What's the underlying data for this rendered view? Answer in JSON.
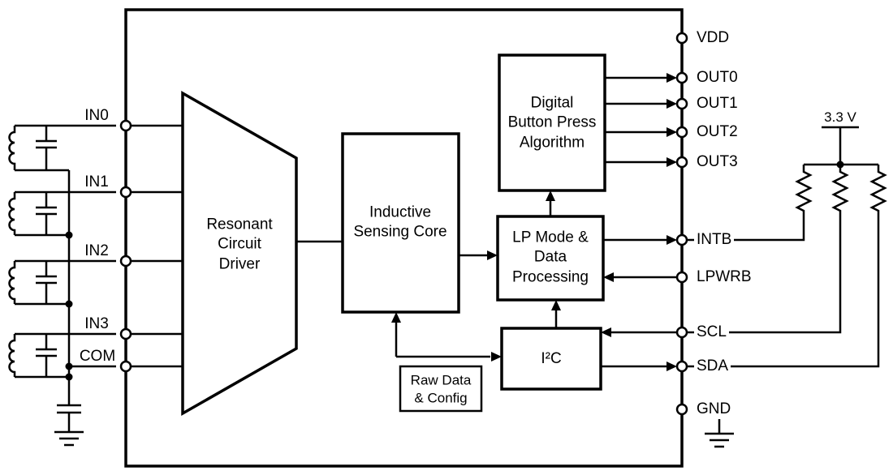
{
  "diagram": {
    "supply": {
      "label": "3.3 V"
    },
    "blocks": {
      "resonant_driver": {
        "label": "Resonant\nCircuit\nDriver"
      },
      "sensing_core": {
        "label": "Inductive\nSensing Core"
      },
      "button_algorithm": {
        "label": "Digital\nButton Press\nAlgorithm"
      },
      "lp_mode": {
        "label": "LP Mode &\nData\nProcessing"
      },
      "i2c": {
        "label": "I²C"
      },
      "raw_data": {
        "label": "Raw Data\n& Config"
      }
    },
    "left_pins": [
      {
        "label": "IN0"
      },
      {
        "label": "IN1"
      },
      {
        "label": "IN2"
      },
      {
        "label": "IN3"
      },
      {
        "label": "COM"
      }
    ],
    "right_pins": [
      {
        "label": "VDD"
      },
      {
        "label": "OUT0"
      },
      {
        "label": "OUT1"
      },
      {
        "label": "OUT2"
      },
      {
        "label": "OUT3"
      },
      {
        "label": "INTB"
      },
      {
        "label": "LPWRB"
      },
      {
        "label": "SCL"
      },
      {
        "label": "SDA"
      },
      {
        "label": "GND"
      }
    ],
    "colors": {
      "line": "#000000",
      "background": "#ffffff"
    }
  }
}
